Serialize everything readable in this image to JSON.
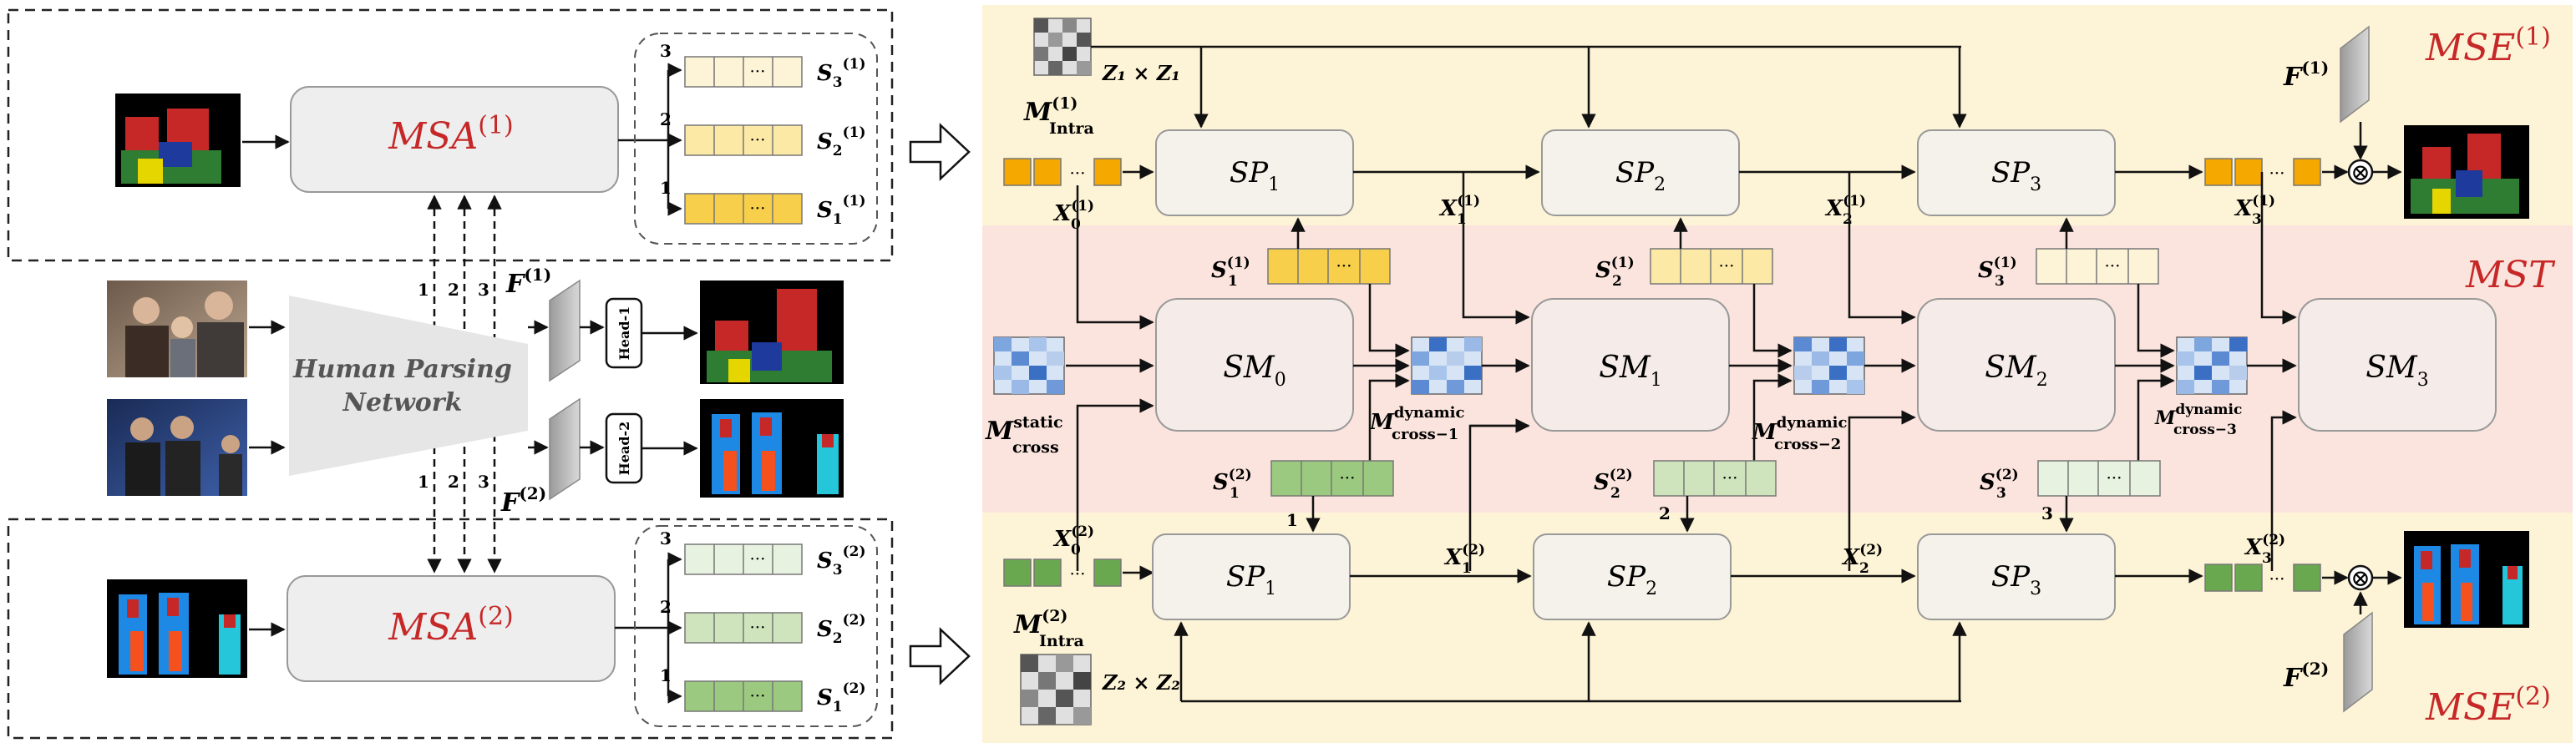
{
  "colors": {
    "mse_band": "#fdf3d6",
    "mst_band": "#fbe4dd",
    "node_fill": "#f4f2ea",
    "sm_fill": "#f5ece9",
    "msa_fill": "#eeeeee",
    "yellow": "#f5a800",
    "yellow_light": "#fde9a6",
    "yellow_pale": "#fdf3d6",
    "green": "#6aa84f",
    "green_light": "#d5e8c5",
    "red_text": "#c62828",
    "blue_mat": "#3a6fc4"
  },
  "left": {
    "msa1": {
      "base": "MSA",
      "sup": "(1)"
    },
    "msa2": {
      "base": "MSA",
      "sup": "(2)"
    },
    "network": {
      "line1": "Human Parsing",
      "line2": "Network"
    },
    "head1": "Head-1",
    "head2": "Head-2",
    "f1": {
      "base": "F",
      "sup": "(1)"
    },
    "f2": {
      "base": "F",
      "sup": "(2)"
    },
    "stack_rank_labels": [
      "3",
      "2",
      "1"
    ],
    "dash_labels": [
      "1",
      "2",
      "3"
    ],
    "stack1": [
      {
        "base": "S",
        "sub": "3",
        "sup": "(1)"
      },
      {
        "base": "S",
        "sub": "2",
        "sup": "(1)"
      },
      {
        "base": "S",
        "sub": "1",
        "sup": "(1)"
      }
    ],
    "stack2": [
      {
        "base": "S",
        "sub": "3",
        "sup": "(2)"
      },
      {
        "base": "S",
        "sub": "2",
        "sup": "(2)"
      },
      {
        "base": "S",
        "sub": "1",
        "sup": "(2)"
      }
    ],
    "ellipsis": "···"
  },
  "right": {
    "mse1": {
      "base": "MSE",
      "sup": "(1)"
    },
    "mse2": {
      "base": "MSE",
      "sup": "(2)"
    },
    "mst": "MST",
    "sp_top": [
      {
        "base": "SP",
        "sub": "1"
      },
      {
        "base": "SP",
        "sub": "2"
      },
      {
        "base": "SP",
        "sub": "3"
      }
    ],
    "sp_bottom": [
      {
        "base": "SP",
        "sub": "1"
      },
      {
        "base": "SP",
        "sub": "2"
      },
      {
        "base": "SP",
        "sub": "3"
      }
    ],
    "sm": [
      {
        "base": "SM",
        "sub": "0"
      },
      {
        "base": "SM",
        "sub": "1"
      },
      {
        "base": "SM",
        "sub": "2"
      },
      {
        "base": "SM",
        "sub": "3"
      }
    ],
    "m_intra1": {
      "base": "M",
      "sub": "Intra",
      "sup": "(1)"
    },
    "m_intra2": {
      "base": "M",
      "sub": "Intra",
      "sup": "(2)"
    },
    "z1": "Z₁ × Z₁",
    "z2": "Z₂ × Z₂",
    "m_static": {
      "base": "M",
      "sub": "cross",
      "sup": "static"
    },
    "m_dyn": [
      {
        "base": "M",
        "sub": "cross−1",
        "sup": "dynamic"
      },
      {
        "base": "M",
        "sub": "cross−2",
        "sup": "dynamic"
      },
      {
        "base": "M",
        "sub": "cross−3",
        "sup": "dynamic"
      }
    ],
    "x_top": [
      {
        "base": "X",
        "sub": "0",
        "sup": "(1)"
      },
      {
        "base": "X",
        "sub": "1",
        "sup": "(1)"
      },
      {
        "base": "X",
        "sub": "2",
        "sup": "(1)"
      },
      {
        "base": "X",
        "sub": "3",
        "sup": "(1)"
      }
    ],
    "x_bottom": [
      {
        "base": "X",
        "sub": "0",
        "sup": "(2)"
      },
      {
        "base": "X",
        "sub": "1",
        "sup": "(2)"
      },
      {
        "base": "X",
        "sub": "2",
        "sup": "(2)"
      },
      {
        "base": "X",
        "sub": "3",
        "sup": "(2)"
      }
    ],
    "s_top": [
      {
        "base": "S",
        "sub": "1",
        "sup": "(1)"
      },
      {
        "base": "S",
        "sub": "2",
        "sup": "(1)"
      },
      {
        "base": "S",
        "sub": "3",
        "sup": "(1)"
      }
    ],
    "s_bottom": [
      {
        "base": "S",
        "sub": "1",
        "sup": "(2)"
      },
      {
        "base": "S",
        "sub": "2",
        "sup": "(2)"
      },
      {
        "base": "S",
        "sub": "3",
        "sup": "(2)"
      }
    ],
    "f1": {
      "base": "F",
      "sup": "(1)"
    },
    "f2": {
      "base": "F",
      "sup": "(2)"
    },
    "step_numbers": [
      "1",
      "2",
      "3"
    ],
    "ellipsis": "···",
    "otimes": "⊗"
  }
}
